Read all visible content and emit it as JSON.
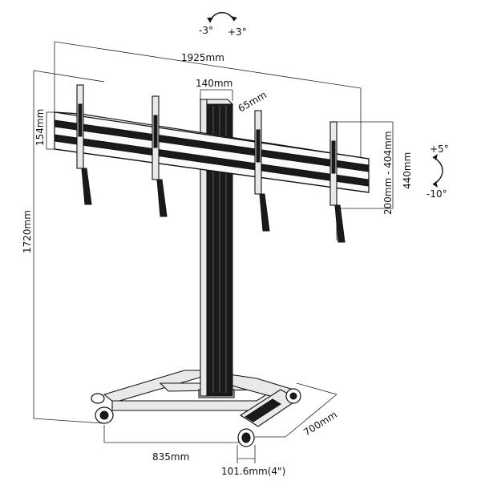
{
  "dimensions": {
    "overall_width": "1925mm",
    "column_width": "140mm",
    "column_depth": "65mm",
    "bar_height": "154mm",
    "overall_height": "1720mm",
    "vesa_range": "200mm - 404mm",
    "bracket_height": "440mm",
    "base_width": "835mm",
    "base_depth": "700mm",
    "caster": "101.6mm(4\")"
  },
  "tilt": {
    "top_minus": "-3°",
    "top_plus": "+3°",
    "side_plus": "+5°",
    "side_minus": "-10°"
  },
  "colors": {
    "line": "#111111",
    "column": "#1a1a1a",
    "bar": "#fafafa"
  }
}
